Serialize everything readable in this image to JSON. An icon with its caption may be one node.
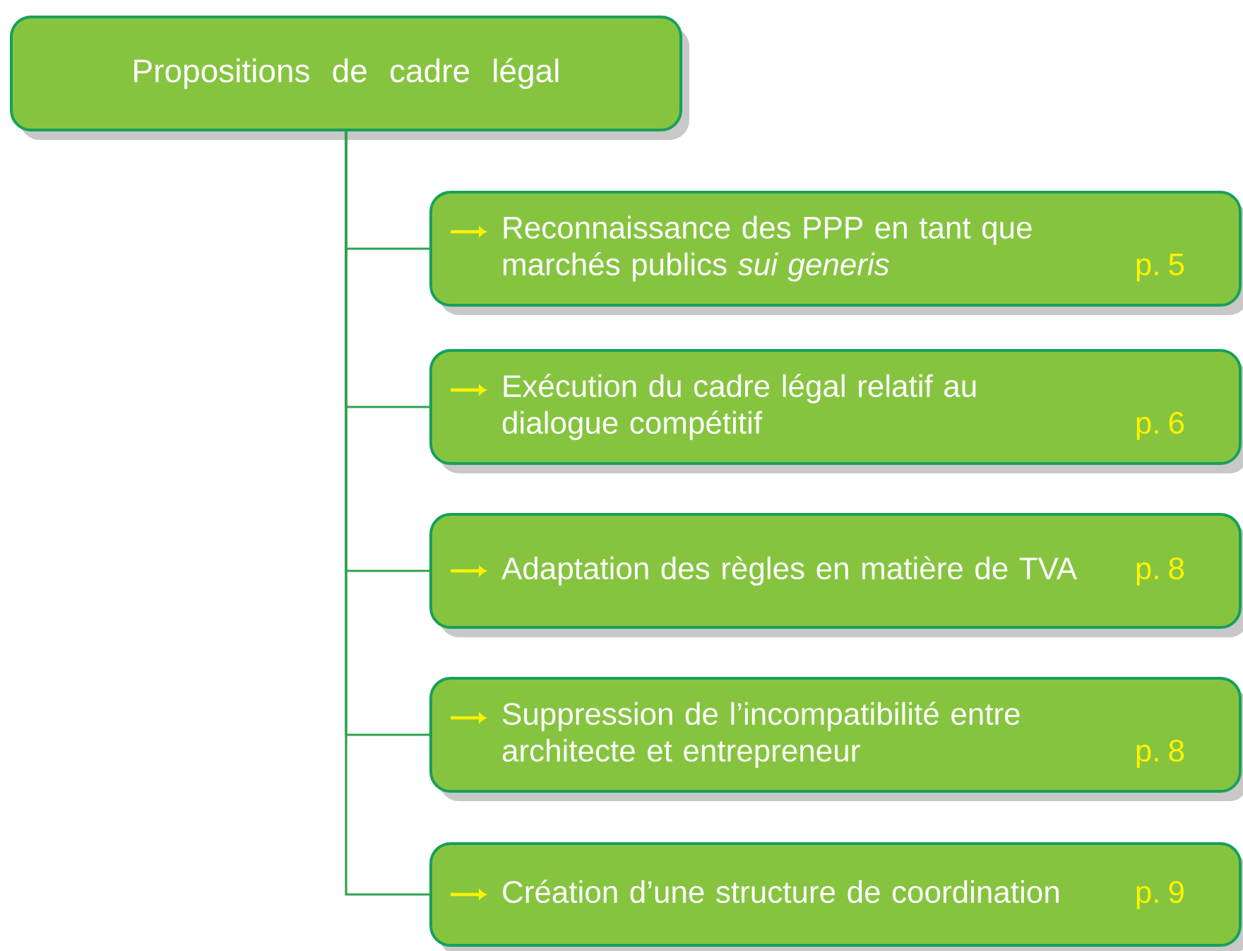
{
  "diagram": {
    "nodes": [
      {
        "text": [
          "Propositions de cadre légal"
        ]
      },
      {
        "text": [
          "Reconnaissance des PPP en tant que marchés publics *sui generis*",
          "p. 5"
        ]
      },
      {
        "text": [
          "Exécution du cadre légal relatif au dialogue compétitif",
          "p. 6"
        ]
      },
      {
        "text": [
          "Adaptation des règles en matière de TVA",
          "p. 8"
        ]
      },
      {
        "text": [
          "Suppression de l’incompatibilité entre architecte et entrepreneur",
          "p. 8"
        ]
      },
      {
        "text": [
          "Création d’une structure de coordination",
          "p. 9"
        ]
      }
    ],
    "edges": [
      {
        "from": 0,
        "to": 1,
        "arrow": "none"
      },
      {
        "from": 0,
        "to": 2,
        "arrow": "none"
      },
      {
        "from": 0,
        "to": 3,
        "arrow": "none"
      },
      {
        "from": 0,
        "to": 4,
        "arrow": "none"
      },
      {
        "from": 0,
        "to": 5,
        "arrow": "none"
      }
    ]
  }
}
